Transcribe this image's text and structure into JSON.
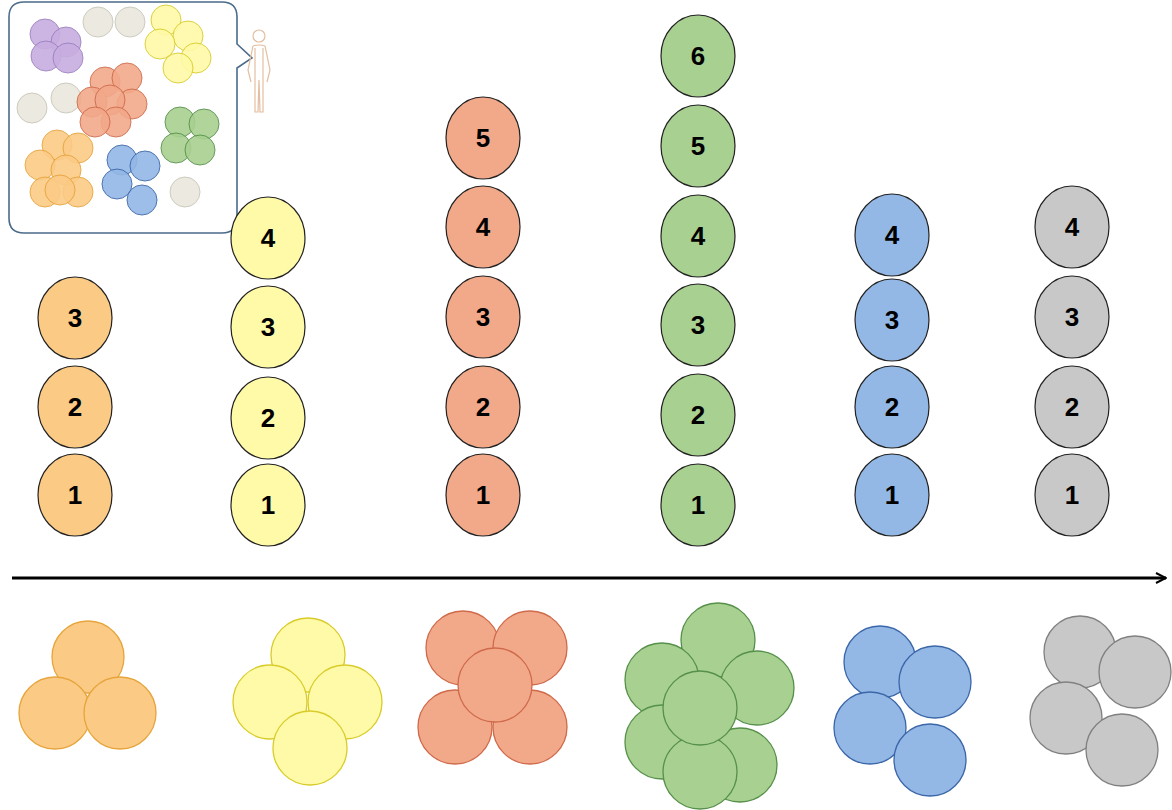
{
  "diagram": {
    "nodes": [
      {
        "text": [
          "1"
        ]
      },
      {
        "text": [
          "2"
        ]
      },
      {
        "text": [
          "3"
        ]
      },
      {
        "text": [
          "1"
        ]
      },
      {
        "text": [
          "2"
        ]
      },
      {
        "text": [
          "3"
        ]
      },
      {
        "text": [
          "4"
        ]
      },
      {
        "text": [
          "1"
        ]
      },
      {
        "text": [
          "2"
        ]
      },
      {
        "text": [
          "3"
        ]
      },
      {
        "text": [
          "4"
        ]
      },
      {
        "text": [
          "5"
        ]
      },
      {
        "text": [
          "1"
        ]
      },
      {
        "text": [
          "2"
        ]
      },
      {
        "text": [
          "3"
        ]
      },
      {
        "text": [
          "4"
        ]
      },
      {
        "text": [
          "5"
        ]
      },
      {
        "text": [
          "6"
        ]
      },
      {
        "text": [
          "1"
        ]
      },
      {
        "text": [
          "2"
        ]
      },
      {
        "text": [
          "3"
        ]
      },
      {
        "text": [
          "4"
        ]
      },
      {
        "text": [
          "1"
        ]
      },
      {
        "text": [
          "2"
        ]
      },
      {
        "text": [
          "3"
        ]
      },
      {
        "text": [
          "4"
        ]
      }
    ]
  }
}
